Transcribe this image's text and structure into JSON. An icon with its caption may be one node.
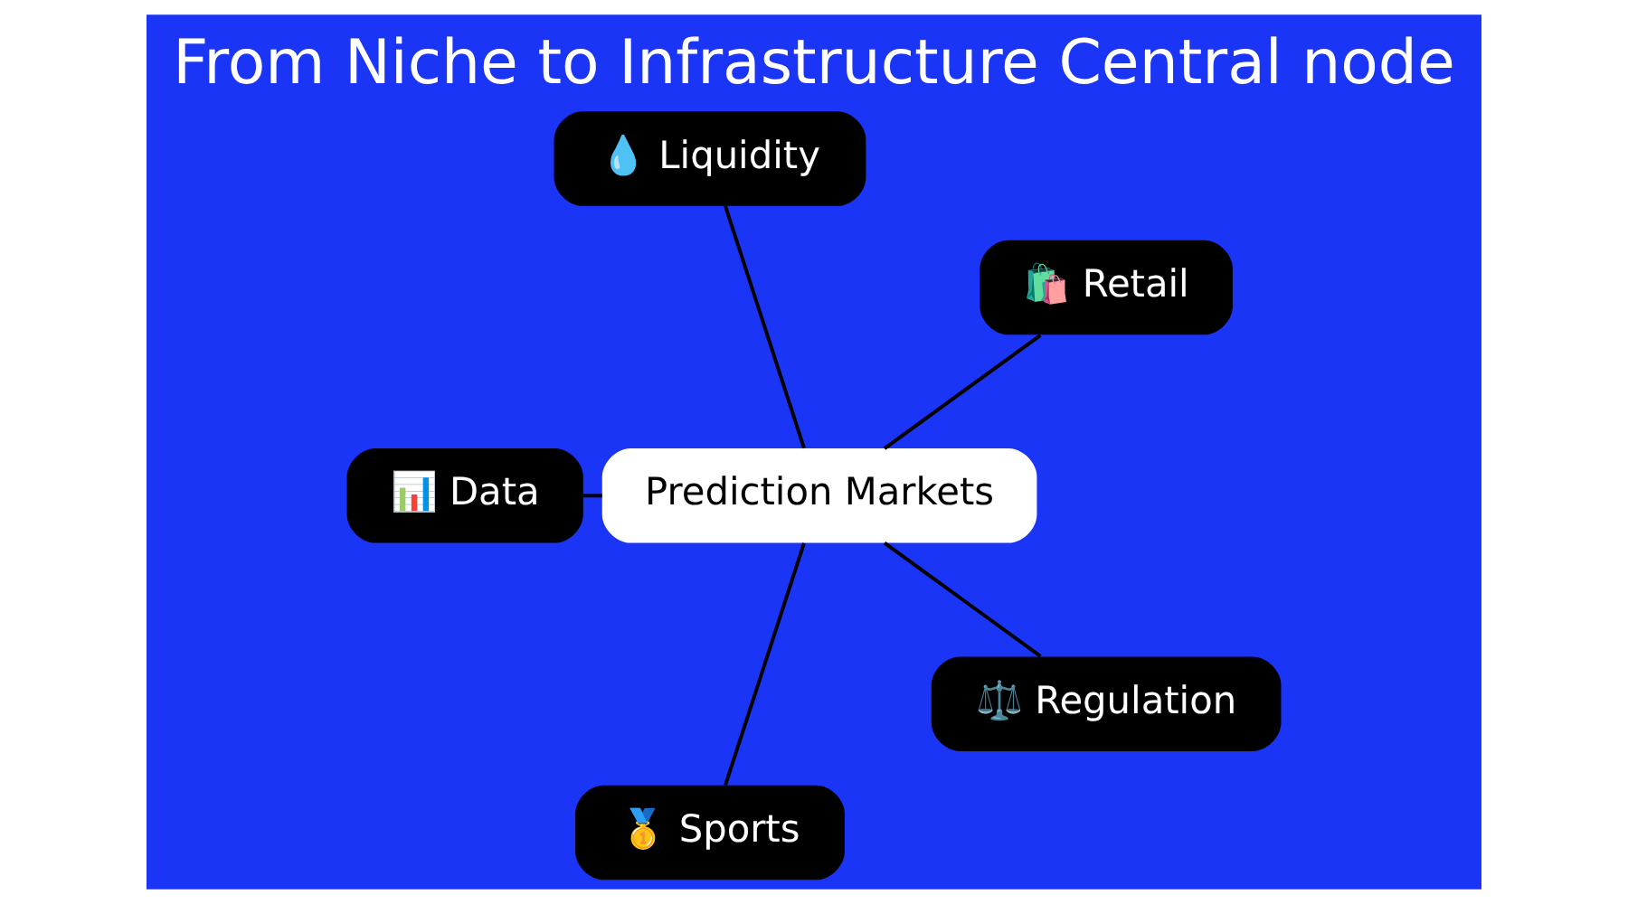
{
  "diagram": {
    "title": "From Niche to Infrastructure Central node",
    "nodes": [
      {
        "text": [
          "🛍️ Retail"
        ]
      },
      {
        "text": [
          "💧 Liquidity"
        ]
      },
      {
        "text": [
          "📊 Data"
        ]
      },
      {
        "text": [
          "Prediction Markets"
        ]
      },
      {
        "text": [
          "🥇 Sports"
        ]
      },
      {
        "text": [
          "⚖️ Regulation"
        ]
      }
    ],
    "edges": [
      {
        "from": 3,
        "to": 0,
        "arrow": "none"
      },
      {
        "from": 3,
        "to": 1,
        "arrow": "none"
      },
      {
        "from": 3,
        "to": 2,
        "arrow": "none"
      },
      {
        "from": 3,
        "to": 4,
        "arrow": "none"
      },
      {
        "from": 3,
        "to": 5,
        "arrow": "none"
      }
    ]
  }
}
